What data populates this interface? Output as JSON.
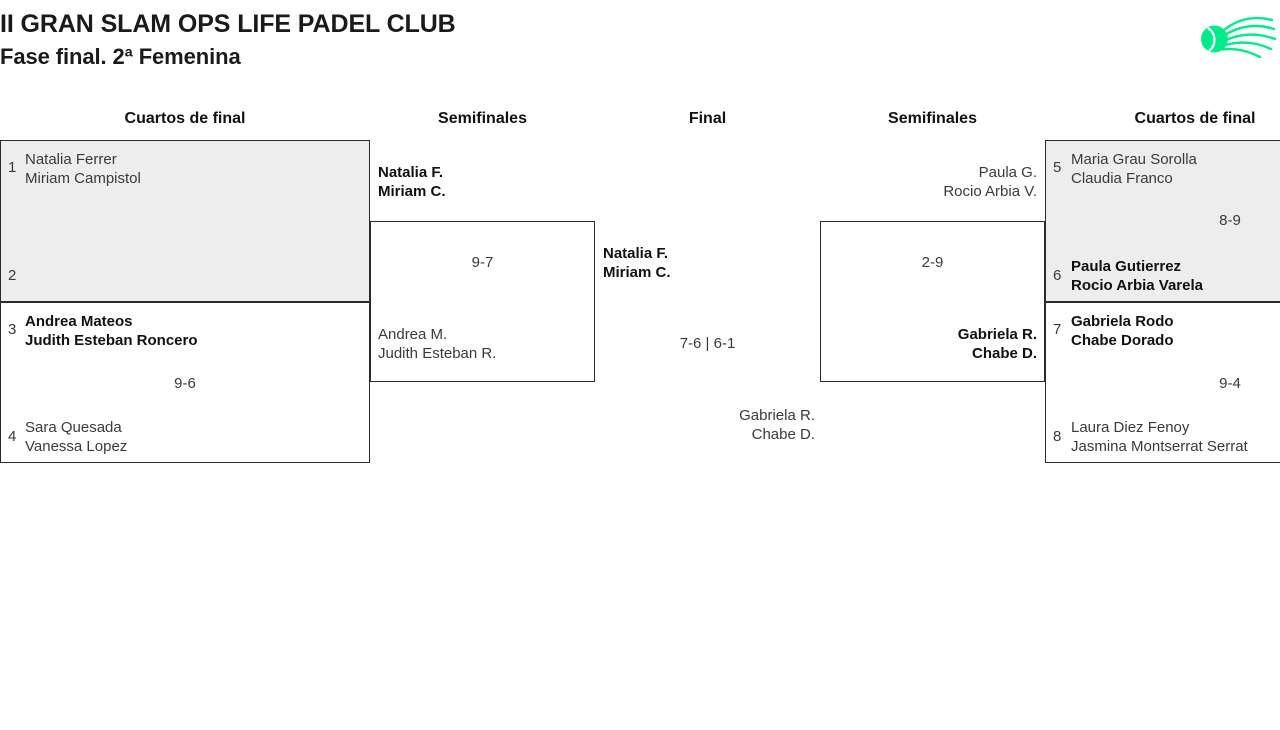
{
  "header": {
    "title_line1": "II GRAN SLAM OPS LIFE PADEL CLUB",
    "title_line2": "Fase final. 2ª Femenina",
    "logo_name": "padel-ball-swoosh-logo",
    "logo_color": "#00e98b"
  },
  "rounds": [
    {
      "id": "qf-left",
      "label": "Cuartos de final"
    },
    {
      "id": "sf-left",
      "label": "Semifinales"
    },
    {
      "id": "final",
      "label": "Final"
    },
    {
      "id": "sf-right",
      "label": "Semifinales"
    },
    {
      "id": "qf-right",
      "label": "Cuartos de final"
    }
  ],
  "bracket": {
    "qf_left": [
      {
        "seed_top": "1",
        "top_line1": "Natalia Ferrer",
        "top_line2": "Miriam Campistol",
        "top_winner": false,
        "seed_bottom": "2",
        "bottom_line1": "",
        "bottom_line2": "",
        "bottom_winner": false,
        "score": ""
      },
      {
        "seed_top": "3",
        "top_line1": "Andrea Mateos",
        "top_line2": "Judith Esteban Roncero",
        "top_winner": true,
        "seed_bottom": "4",
        "bottom_line1": "Sara Quesada",
        "bottom_line2": "Vanessa Lopez",
        "bottom_winner": false,
        "score": "9-6"
      }
    ],
    "sf_left": {
      "top_line1": "Natalia F.",
      "top_line2": "Miriam C.",
      "top_winner": true,
      "bottom_line1": "Andrea M.",
      "bottom_line2": "Judith Esteban R.",
      "bottom_winner": false,
      "score": "9-7"
    },
    "final": {
      "top_line1": "Natalia F.",
      "top_line2": "Miriam C.",
      "top_winner": true,
      "bottom_line1": "Gabriela R.",
      "bottom_line2": "Chabe D.",
      "bottom_winner": false,
      "score": "7-6 | 6-1"
    },
    "sf_right": {
      "top_line1": "Paula G.",
      "top_line2": "Rocio Arbia V.",
      "top_winner": false,
      "bottom_line1": "Gabriela R.",
      "bottom_line2": "Chabe D.",
      "bottom_winner": true,
      "score": "2-9"
    },
    "qf_right": [
      {
        "seed_top": "5",
        "top_line1": "Maria Grau Sorolla",
        "top_line2": "Claudia Franco",
        "top_winner": false,
        "seed_bottom": "6",
        "bottom_line1": "Paula Gutierrez",
        "bottom_line2": "Rocio Arbia Varela",
        "bottom_winner": true,
        "score": "8-9"
      },
      {
        "seed_top": "7",
        "top_line1": "Gabriela Rodo",
        "top_line2": "Chabe Dorado",
        "top_winner": true,
        "seed_bottom": "8",
        "bottom_line1": "Laura Diez Fenoy",
        "bottom_line2": "Jasmina Montserrat Serrat",
        "bottom_winner": false,
        "score": "9-4"
      }
    ]
  }
}
